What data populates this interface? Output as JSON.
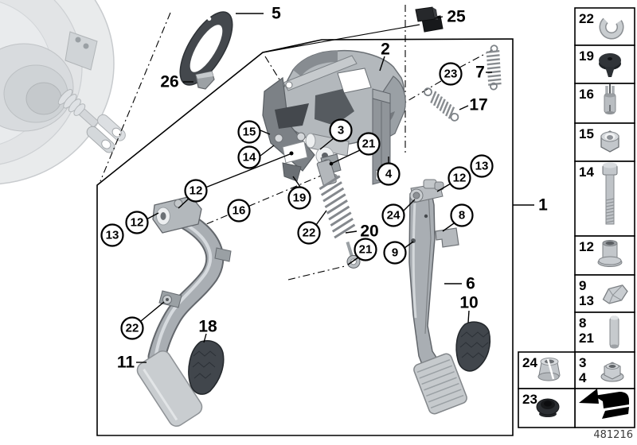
{
  "colors": {
    "outline": "#000000",
    "part_gray": "#a9aeb3",
    "part_light": "#d8dbde",
    "part_dark": "#2c2f33",
    "pad_rubber": "#41464c",
    "booster_gray": "#e6e8ea"
  },
  "main_view": {
    "assembly_label": "1",
    "circled_callouts": [
      "15",
      "14",
      "3",
      "21",
      "23",
      "4",
      "13",
      "12",
      "24",
      "8",
      "22",
      "9",
      "21",
      "19",
      "16",
      "12",
      "12",
      "13",
      "22"
    ],
    "plain_callouts": [
      "5",
      "25",
      "26",
      "2",
      "7",
      "17",
      "1",
      "20",
      "6",
      "10",
      "11",
      "18"
    ]
  },
  "sidebar": {
    "cells": [
      {
        "nums": [
          "22"
        ]
      },
      {
        "nums": [
          "19"
        ]
      },
      {
        "nums": [
          "16"
        ]
      },
      {
        "nums": [
          "15"
        ]
      },
      {
        "nums": [
          "14"
        ]
      },
      {
        "nums": [
          "12"
        ]
      },
      {
        "nums": [
          "9",
          "13"
        ]
      },
      {
        "nums": [
          "8",
          "21"
        ]
      },
      {
        "nums": [
          "3",
          "4"
        ]
      },
      {
        "nums": []
      }
    ],
    "extra_cells": [
      {
        "nums": [
          "24"
        ]
      },
      {
        "nums": [
          "23"
        ]
      }
    ]
  },
  "footer": {
    "image_code": "481216"
  }
}
